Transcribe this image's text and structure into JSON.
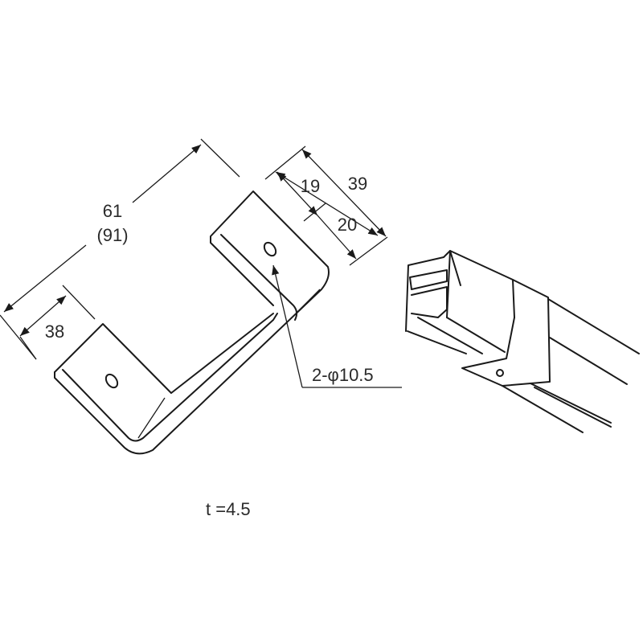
{
  "dimensions": {
    "length": "61",
    "length_alt": "(91)",
    "tab_width": "38",
    "hole_offset": "19",
    "depth_total": "39",
    "hole_to_edge": "20",
    "hole_spec": "2-φ10.5"
  },
  "thickness_note": "t =4.5"
}
